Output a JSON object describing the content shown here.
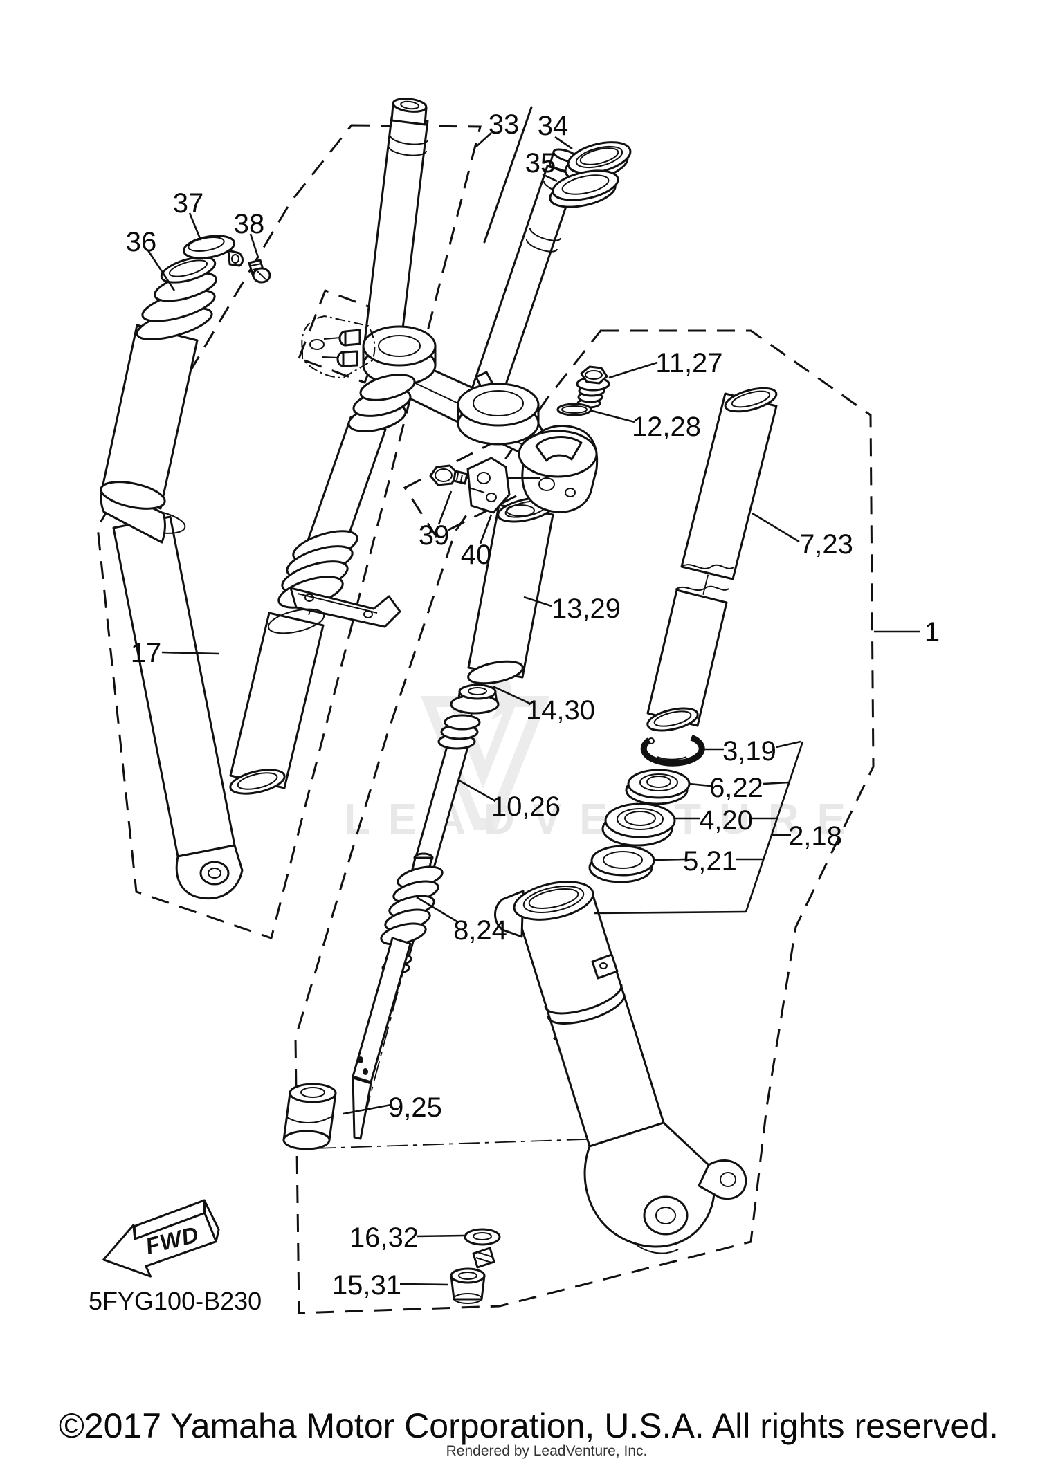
{
  "diagram": {
    "drawing_code": "5FYG100-B230",
    "fwd_label": "FWD",
    "watermark_text": "LEADVENTURE",
    "copyright": "©2017 Yamaha Motor Corporation, U.S.A. All rights reserved.",
    "credit": "Rendered by LeadVenture, Inc."
  },
  "colors": {
    "line": "#111111",
    "background": "#ffffff",
    "watermark": "#e8e8e8"
  },
  "callouts": {
    "part_1": "1",
    "part_17": "17",
    "part_33": "33",
    "part_34": "34",
    "part_35": "35",
    "part_36": "36",
    "part_37": "37",
    "part_38": "38",
    "part_39": "39",
    "part_40": "40",
    "part_2_18": "2,18",
    "part_3_19": "3,19",
    "part_4_20": "4,20",
    "part_5_21": "5,21",
    "part_6_22": "6,22",
    "part_7_23": "7,23",
    "part_8_24": "8,24",
    "part_9_25": "9,25",
    "part_10_26": "10,26",
    "part_11_27": "11,27",
    "part_12_28": "12,28",
    "part_13_29": "13,29",
    "part_14_30": "14,30",
    "part_15_31": "15,31",
    "part_16_32": "16,32"
  }
}
